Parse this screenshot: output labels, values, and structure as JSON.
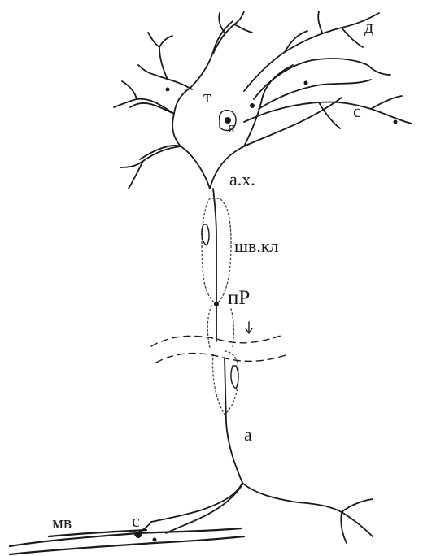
{
  "diagram": {
    "labels": {
      "dendrite": "д",
      "soma": "т",
      "nucleus": "я",
      "synapse_top": "с",
      "axon_hillock": "а.х.",
      "schwann_cell": "шв.кл",
      "node_of_ranvier": "пР",
      "axon": "а",
      "muscle_fiber": "мв",
      "synapse_bottom": "с"
    },
    "colors": {
      "stroke": "#1a1a1a",
      "dotted": "#4a4a4a",
      "background": "#ffffff"
    }
  }
}
